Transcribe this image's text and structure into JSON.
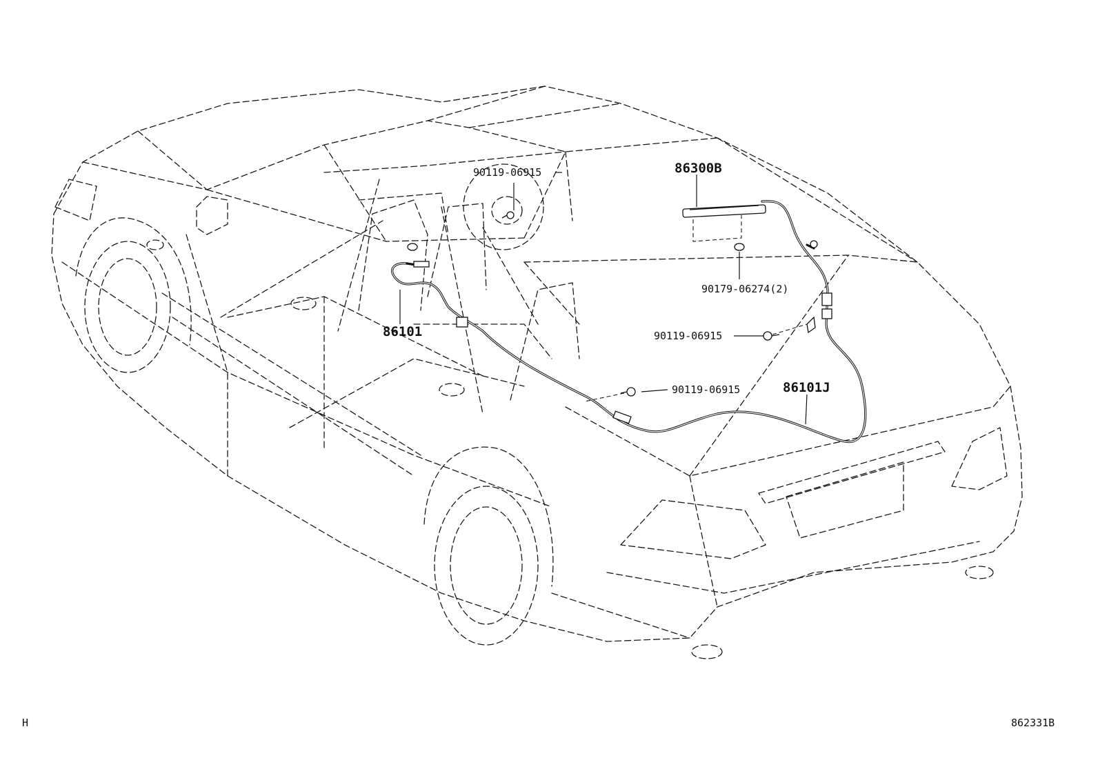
{
  "labels": {
    "bolt_a": "90119-06915",
    "antenna": "86300B",
    "clip": "90179-06274(2)",
    "bolt_b": "90119-06915",
    "cable_front": "86101",
    "bolt_c": "90119-06915",
    "cable_rear": "86101J"
  },
  "footer": {
    "left_code": "H",
    "diagram_id": "862331B"
  }
}
